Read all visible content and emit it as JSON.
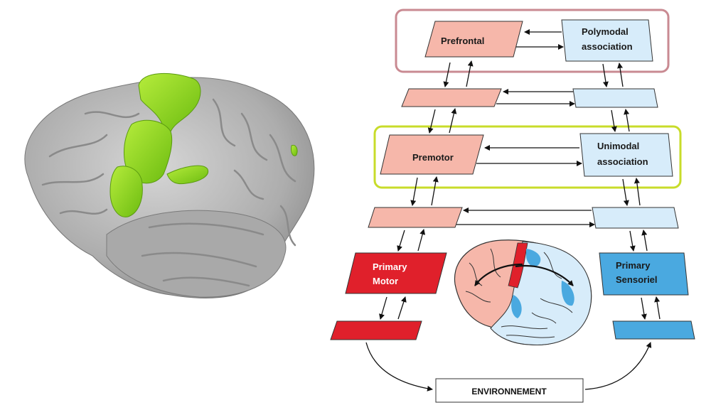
{
  "colors": {
    "brain_gray": "#b7b7b7",
    "activation_green": "#8fd61f",
    "frame_pink": "#c98a92",
    "frame_lime": "#c8dc2a",
    "motor_light": "#f6b7aa",
    "motor_dark": "#e0202b",
    "sensory_light": "#d7ecfa",
    "sensory_dark": "#4aa9e0"
  },
  "diagram": {
    "prefrontal": "Prefrontal",
    "polymodal_1": "Polymodal",
    "polymodal_2": "association",
    "premotor": "Premotor",
    "unimodal_1": "Unimodal",
    "unimodal_2": "association",
    "primary_motor_1": "Primary",
    "primary_motor_2": "Motor",
    "primary_sensory_1": "Primary",
    "primary_sensory_2": "Sensoriel",
    "environment": "ENVIRONNEMENT"
  },
  "icons": [
    "brain-3d-render",
    "brain-lateral-schematic"
  ]
}
